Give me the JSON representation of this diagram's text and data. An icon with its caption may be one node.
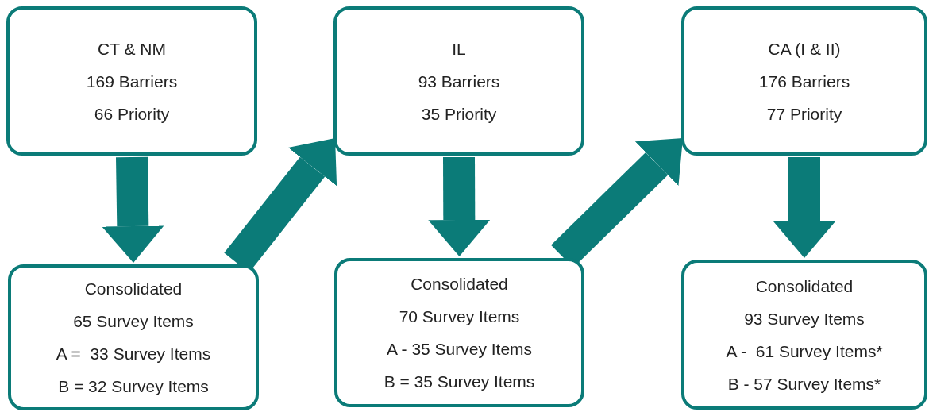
{
  "diagram": {
    "nodes": [
      {
        "text": [
          "CT & NM",
          "169 Barriers",
          "66 Priority"
        ]
      },
      {
        "text": [
          "IL",
          "93 Barriers",
          "35 Priority"
        ]
      },
      {
        "text": [
          "CA (I & II)",
          "176 Barriers",
          "77 Priority"
        ]
      },
      {
        "text": [
          "Consolidated",
          "65 Survey Items",
          "A =  33 Survey Items",
          "B = 32 Survey Items"
        ]
      },
      {
        "text": [
          "Consolidated",
          "70 Survey Items",
          "A - 35 Survey Items",
          "B = 35 Survey Items"
        ]
      },
      {
        "text": [
          "Consolidated",
          "93 Survey Items",
          "A -  61 Survey Items*",
          "B - 57 Survey Items*"
        ]
      }
    ],
    "edges": [
      {
        "from": 0,
        "to": 3,
        "arrow": "to"
      },
      {
        "from": 3,
        "to": 1,
        "arrow": "to"
      },
      {
        "from": 1,
        "to": 4,
        "arrow": "to"
      },
      {
        "from": 4,
        "to": 2,
        "arrow": "to"
      },
      {
        "from": 2,
        "to": 5,
        "arrow": "to"
      }
    ]
  }
}
